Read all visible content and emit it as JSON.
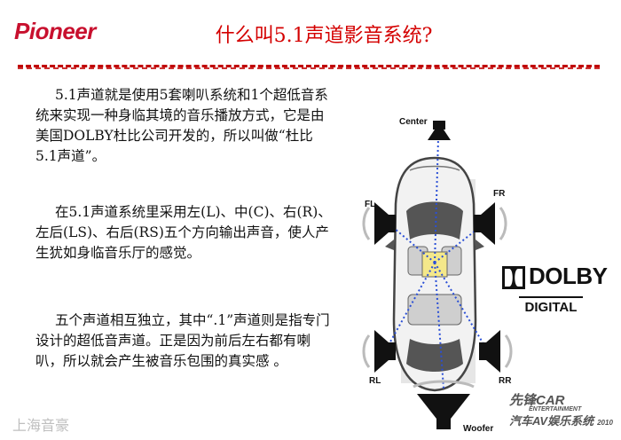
{
  "header": {
    "logo": "Pioneer",
    "title": "什么叫5.1声道影音系统?"
  },
  "body": {
    "paragraphs": [
      "5.1声道就是使用5套喇叭系统和1个超低音系统来实现一种身临其境的音乐播放方式，它是由美国DOLBY杜比公司开发的，所以叫做“杜比5.1声道”。",
      "在5.1声道系统里采用左(L)、中(C)、右(R)、左后(LS)、右后(RS)五个方向输出声音，使人产生犹如身临音乐厅的感觉。",
      "五个声道相互独立，其中“.1”声道则是指专门设计的超低音声道。正是因为前后左右都有喇叭，所以就会产生被音乐包围的真实感 。"
    ]
  },
  "diagram": {
    "labels": {
      "center": "Center",
      "fl": "FL",
      "fr": "FR",
      "rl": "RL",
      "rr": "RR",
      "woofer": "Woofer"
    }
  },
  "dolby": {
    "word": "DOLBY",
    "sub": "DIGITAL"
  },
  "watermark": "上海音豪",
  "brand2": {
    "line1": "先锋CAR",
    "line2": "ENTERTAINMENT",
    "line3": "汽车AV娱乐系统",
    "year": "2010"
  },
  "colors": {
    "title_red": "#d40000",
    "logo_red": "#c8102e",
    "rule_red": "#c00000",
    "signal_blue": "#2a4fd6",
    "seat_yellow": "#f4e88a"
  }
}
